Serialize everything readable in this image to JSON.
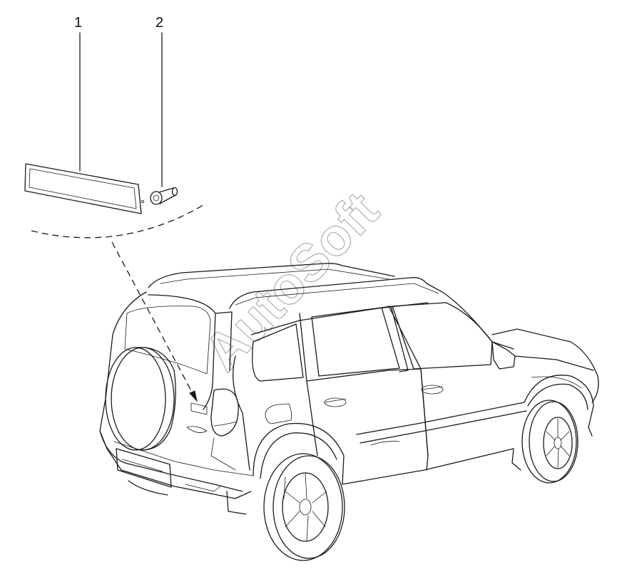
{
  "callouts": [
    {
      "number": "1"
    },
    {
      "number": "2"
    }
  ],
  "watermark": "AutoSoft",
  "colors": {
    "line": "#1a1a1a",
    "watermark": "#b4b4b4",
    "background": "#ffffff"
  }
}
